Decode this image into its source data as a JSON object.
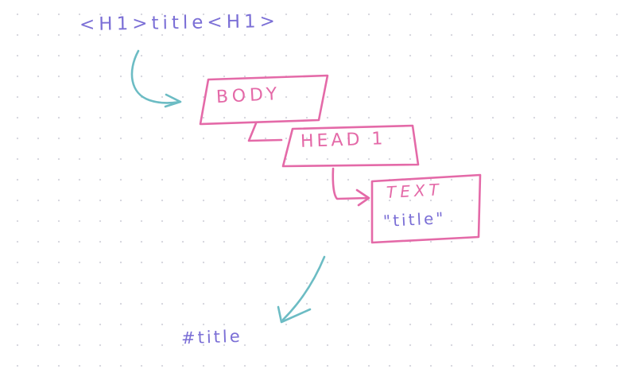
{
  "html_code": "<H1>title<H1>",
  "nodes": {
    "body": "BODY",
    "head": "HEAD 1",
    "text": "TEXT",
    "text_value": "\"title\""
  },
  "selector": "#title",
  "colors": {
    "code": "#7b6fd6",
    "boxes": "#e46aa8",
    "arrows": "#6cbcc4"
  }
}
